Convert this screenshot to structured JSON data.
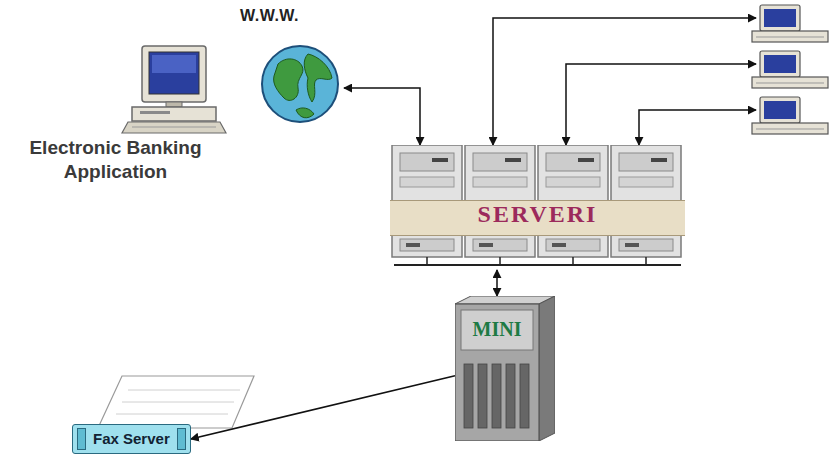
{
  "diagram": {
    "nodes": [
      {
        "text": [
          "W.W.W."
        ]
      },
      {
        "text": [
          "SERVERI"
        ]
      },
      {
        "text": [
          "MINI"
        ]
      },
      {
        "text": [
          "Fax Server"
        ]
      }
    ],
    "edges": [
      {
        "from": 0,
        "to": 1,
        "arrow": "both"
      },
      {
        "from": 1,
        "to": 2,
        "arrow": "both"
      },
      {
        "from": 2,
        "to": 3,
        "arrow": "to"
      }
    ],
    "labels": [
      "Electronic Banking Application"
    ]
  }
}
